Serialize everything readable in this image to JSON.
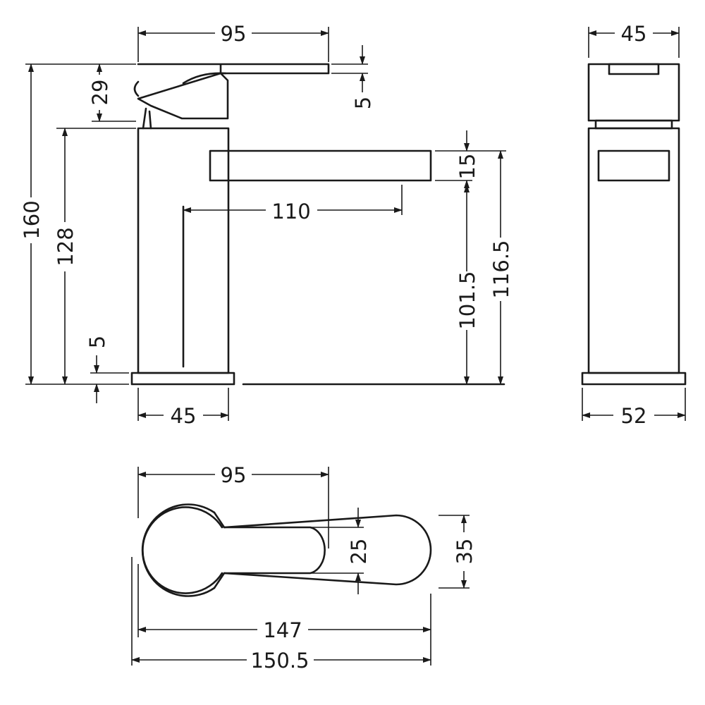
{
  "dimensions": {
    "front_width_top": "95",
    "front_lever_height": "29",
    "front_lever_thickness": "5",
    "front_total_height": "160",
    "front_body_height": "128",
    "front_base_thickness": "5",
    "front_base_width": "45",
    "front_spout_reach": "110",
    "front_spout_height": "15",
    "front_spout_outlet_height": "101.5",
    "front_spout_top_height": "116.5",
    "side_width_top": "45",
    "side_base_width": "52",
    "plan_lever_reach": "95",
    "plan_lever_width": "25",
    "plan_spout_width": "35",
    "plan_length_inner": "147",
    "plan_length_outer": "150.5"
  }
}
